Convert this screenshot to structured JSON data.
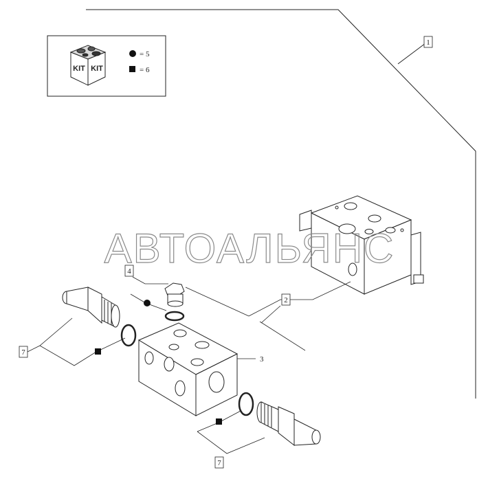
{
  "watermark": "АВТОАЛЬЯНС",
  "legend": {
    "kit_label_left": "KIT",
    "kit_label_right": "KIT",
    "circle_ref": "= 5",
    "square_ref": "= 6"
  },
  "callouts": {
    "assembly": "1",
    "valve_block_big": "2",
    "valve_block_small": "3",
    "plug": "4",
    "cartridge_left": "7",
    "cartridge_right": "7"
  },
  "colors": {
    "line": "#222222",
    "watermark": "#8a8a8a"
  }
}
